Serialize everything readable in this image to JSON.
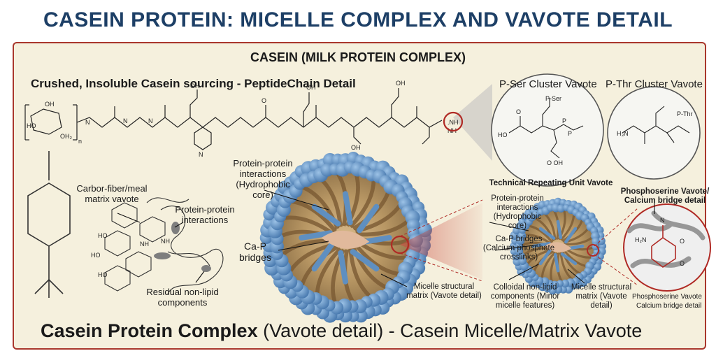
{
  "header": {
    "title": "CASEIN PROTEIN: MICELLE COMPLEX AND VAVOTE DETAIL"
  },
  "subtitle": "CASEIN (MILK PROTEIN COMPLEX)",
  "chain_title": "Crushed, Insoluble Casein sourcing - PeptideChain Detail",
  "clusters": {
    "pser": {
      "title": "P-Ser Cluster Vavote",
      "label": "P-Ser"
    },
    "pthr": {
      "title": "P-Thr Cluster Vavote",
      "label": "P-Thr"
    }
  },
  "left_labels": {
    "matrix": "Carbor-fiber/meal matrix vavote",
    "ppi": "Protein-protein interactions",
    "residual": "Residual non-lipid components"
  },
  "micelle_labels": {
    "ppi": "Protein-protein interactions (Hydrophobic core)",
    "cap": "Ca-P bridges",
    "struct": "Micelle structural matrix (Vavote detail)"
  },
  "unit": {
    "title": "Technical Repeating Unit Vavote",
    "ppi": "Protein-protein interactions (Hydrophobic core)",
    "cap": "Ca-P bridges (Calcium phosphate crosslinks)",
    "colloid": "Colloidal non-lipid components (Minor micelle features)",
    "struct": "Micelle structural matrix (Vavote detail)"
  },
  "phospho": {
    "title": "Phosphoserine Vavote/ Calcium bridge detail",
    "bottom_1": "Phosphoserine Vavote",
    "bottom_2": "Calcium bridge detail"
  },
  "footer": {
    "bold": "Casein Protein Complex",
    "rest": " (Vavote detail) - Casein Micelle/Matrix Vavote"
  },
  "colors": {
    "title": "#1d3f66",
    "panel_bg": "#f5f0dd",
    "border": "#a9372c",
    "micelle_blue": "#5f8fc0",
    "micelle_core": "#b89764",
    "cap_bridge": "#e1b99c",
    "highlight_red": "#b02a25"
  },
  "icons": [
    "chemical-structure-icon",
    "micelle-icon",
    "phosphoserine-icon"
  ]
}
